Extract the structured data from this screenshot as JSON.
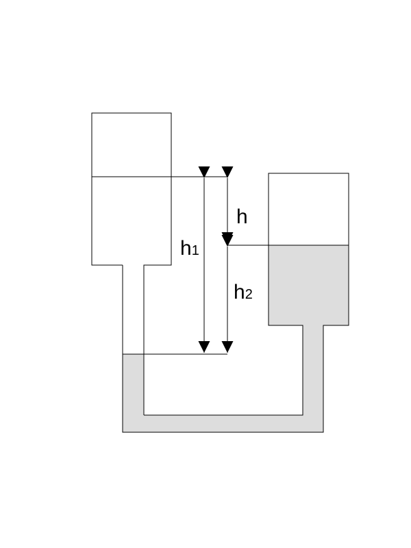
{
  "labels": {
    "h": "h",
    "h1_base": "h",
    "h1_sub": "1",
    "h2_base": "h",
    "h2_sub": "2"
  },
  "colors": {
    "liquid": "#dddddd",
    "line": "#000000",
    "background": "#ffffff"
  }
}
